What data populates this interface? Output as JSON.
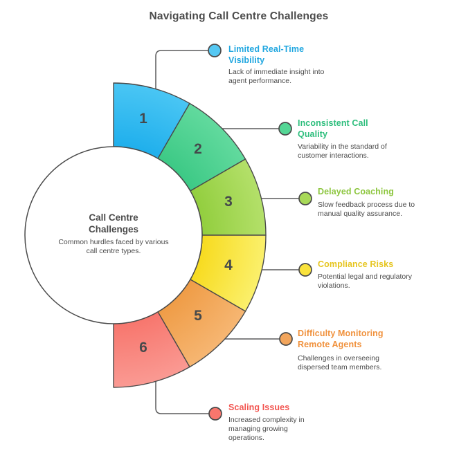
{
  "page": {
    "title": "Navigating Call Centre Challenges",
    "background": "#FFFFFF"
  },
  "center": {
    "title": "Call Centre Challenges",
    "description": "Common hurdles faced by various call centre types."
  },
  "colors": {
    "outline": "#4A4A4A",
    "connector": "#5A5A5B",
    "heading_text": "#4B4B4B",
    "body_text": "#4A4A4A",
    "number_text": "#45494B"
  },
  "segments": [
    {
      "number": "1",
      "title": "Limited Real-Time Visibility",
      "description": "Lack of immediate insight into agent performance.",
      "title_color": "#21A7E0",
      "color_inner": "#1FAFEC",
      "color_outer": "#4AC6F4",
      "dot_color": "#55C8F3"
    },
    {
      "number": "2",
      "title": "Inconsistent Call Quality",
      "description": "Variability in the standard of customer interactions.",
      "title_color": "#2EBE7D",
      "color_inner": "#3CC985",
      "color_outer": "#62DA9E",
      "dot_color": "#54D695"
    },
    {
      "number": "3",
      "title": "Delayed Coaching",
      "description": "Slow feedback process due to manual quality assurance.",
      "title_color": "#8DC63F",
      "color_inner": "#92CE3E",
      "color_outer": "#B4E06A",
      "dot_color": "#A8D958"
    },
    {
      "number": "4",
      "title": "Compliance Risks",
      "description": "Potential legal and regulatory violations.",
      "title_color": "#E6C51F",
      "color_inner": "#F7DB1F",
      "color_outer": "#FBF06C",
      "dot_color": "#F9E23C"
    },
    {
      "number": "5",
      "title": "Difficulty Monitoring Remote Agents",
      "description": "Challenges in overseeing dispersed team members.",
      "title_color": "#F0913C",
      "color_inner": "#EF9C46",
      "color_outer": "#F6B672",
      "dot_color": "#F2A55C"
    },
    {
      "number": "6",
      "title": "Scaling Issues",
      "description": "Increased complexity in managing growing operations.",
      "title_color": "#F2544F",
      "color_inner": "#F7766D",
      "color_outer": "#FA9A93",
      "dot_color": "#F8766D"
    }
  ]
}
